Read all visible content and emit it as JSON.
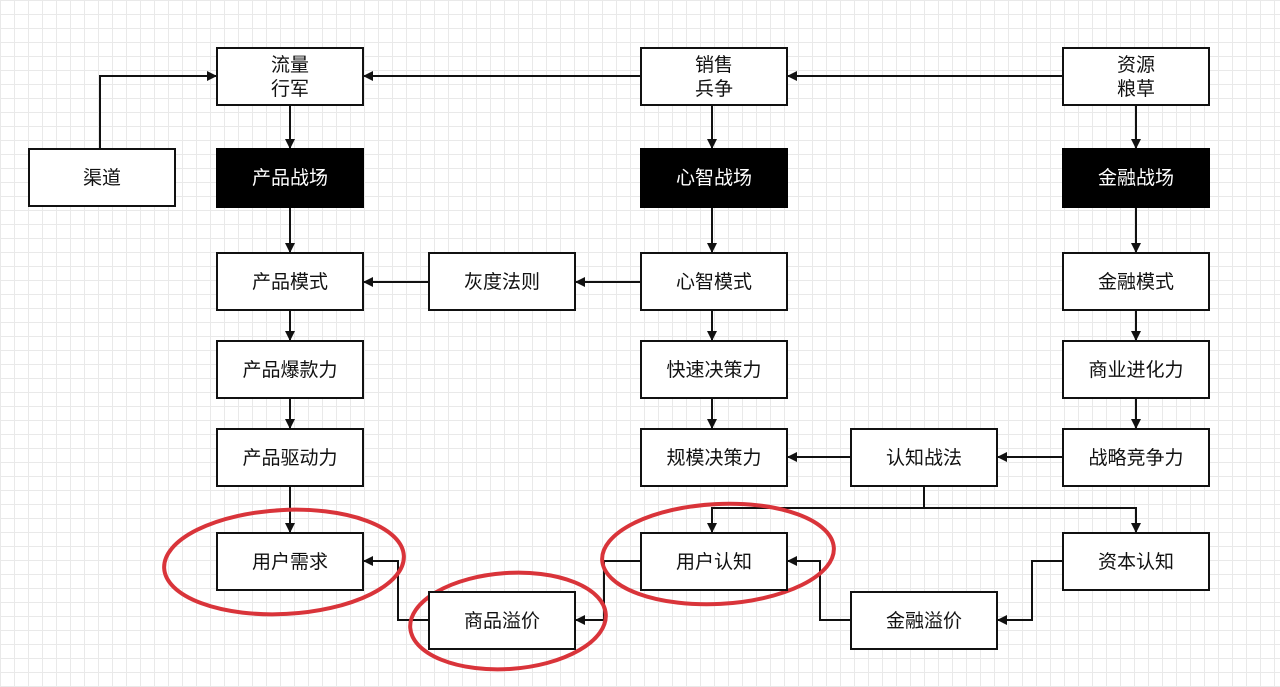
{
  "nodes": {
    "liuliang_line1": "流量",
    "liuliang_line2": "行军",
    "xiaoshou_line1": "销售",
    "xiaoshou_line2": "兵争",
    "ziyuan_line1": "资源",
    "ziyuan_line2": "粮草",
    "qudao": "渠道",
    "chanpin_zhanchang": "产品战场",
    "xinzhi_zhanchang": "心智战场",
    "jinrong_zhanchang": "金融战场",
    "chanpin_moshi": "产品模式",
    "huidu_faze": "灰度法则",
    "xinzhi_moshi": "心智模式",
    "jinrong_moshi": "金融模式",
    "chanpin_baokuanli": "产品爆款力",
    "kuaisu_juecelì": "快速决策力",
    "shangye_jinhuali": "商业进化力",
    "chanpin_qudongli": "产品驱动力",
    "guimo_juecelì": "规模决策力",
    "renzhi_zhanfa": "认知战法",
    "zhanlue_jingzhengli": "战略竞争力",
    "yonghu_xuqiu": "用户需求",
    "yonghu_renzhi": "用户认知",
    "ziben_renzhi": "资本认知",
    "shangpin_yijia": "商品溢价",
    "jinrong_yijia": "金融溢价"
  },
  "colors": {
    "line": "#111111",
    "highlight_circle": "#d9343a",
    "dark_node": "#000000"
  }
}
